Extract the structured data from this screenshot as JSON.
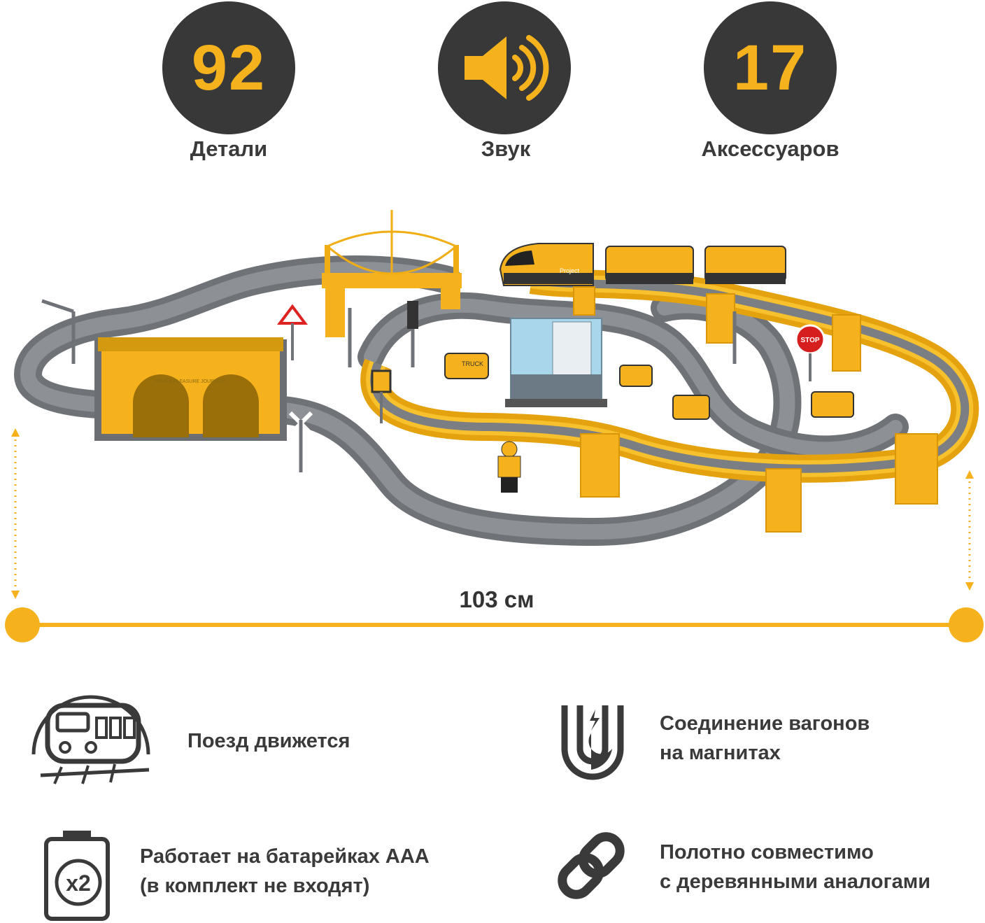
{
  "badges": [
    {
      "value": "92",
      "label": "Детали"
    },
    {
      "icon": "speaker-icon",
      "label": "Звук"
    },
    {
      "value": "17",
      "label": "Аксессуаров"
    }
  ],
  "dimension": {
    "label": "103 см"
  },
  "scene_text": {
    "sign_stop": "STOP",
    "train_text": "Project",
    "tunnel_text": "HAVE A PLEASURE JOURNEY!",
    "truck_text": "TRUCK"
  },
  "features": [
    {
      "icon": "train-icon",
      "lines": [
        "Поезд движется"
      ]
    },
    {
      "icon": "magnet-icon",
      "lines": [
        "Соединение вагонов",
        "на магнитах"
      ]
    },
    {
      "icon": "battery-x2-icon",
      "badge": "x2",
      "lines": [
        "Работает на батарейках ААА",
        "(в комплект не входят)"
      ]
    },
    {
      "icon": "chain-link-icon",
      "lines": [
        "Полотно совместимо",
        "с деревянными аналогами"
      ]
    }
  ],
  "colors": {
    "accent": "#f5b21c",
    "dark": "#383838",
    "track": "#777b80",
    "track_dark": "#55595e",
    "text": "#3a3a3a"
  }
}
